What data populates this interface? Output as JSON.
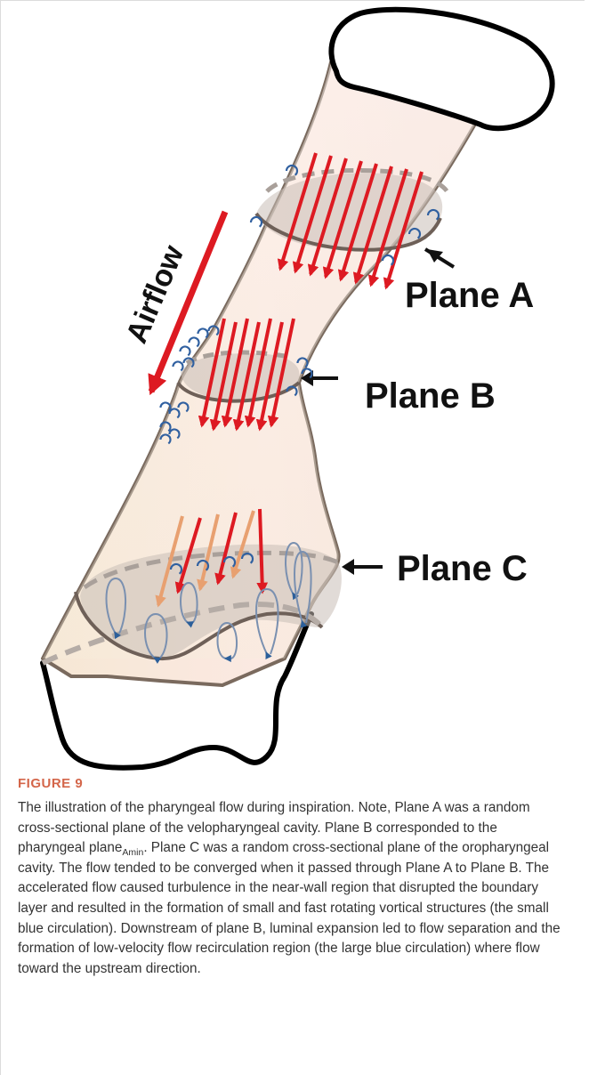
{
  "figure": {
    "arrow_label": "Airflow",
    "plane_labels": [
      "Plane A",
      "Plane B",
      "Plane C"
    ]
  },
  "caption": {
    "figure_number": "FIGURE 9",
    "part1": "The illustration of the pharyngeal flow during inspiration. Note, Plane A was a random cross-sectional plane of the velopharyngeal cavity. Plane B corresponded to the pharyngeal plane",
    "subscript": "Amin",
    "part2": ". Plane C was a random cross-sectional plane of the oropharyngeal cavity. The flow tended to be converged when it passed through Plane A to Plane B. The accelerated flow caused turbulence in the near-wall region that disrupted the boundary layer and resulted in the formation of small and fast rotating vortical structures (the small blue circulation). Downstream of plane B, luminal expansion led to flow separation and the formation of low-velocity flow recirculation region (the large blue circulation) where flow toward the upstream direction."
  },
  "colors": {
    "red_arrow": "#dd1a22",
    "light_arrow": "#e8a070",
    "vortex": "#3060a0",
    "wall": "#7a6a5e",
    "plane_fill": "#c9beb6",
    "caption_title": "#d4664a"
  }
}
